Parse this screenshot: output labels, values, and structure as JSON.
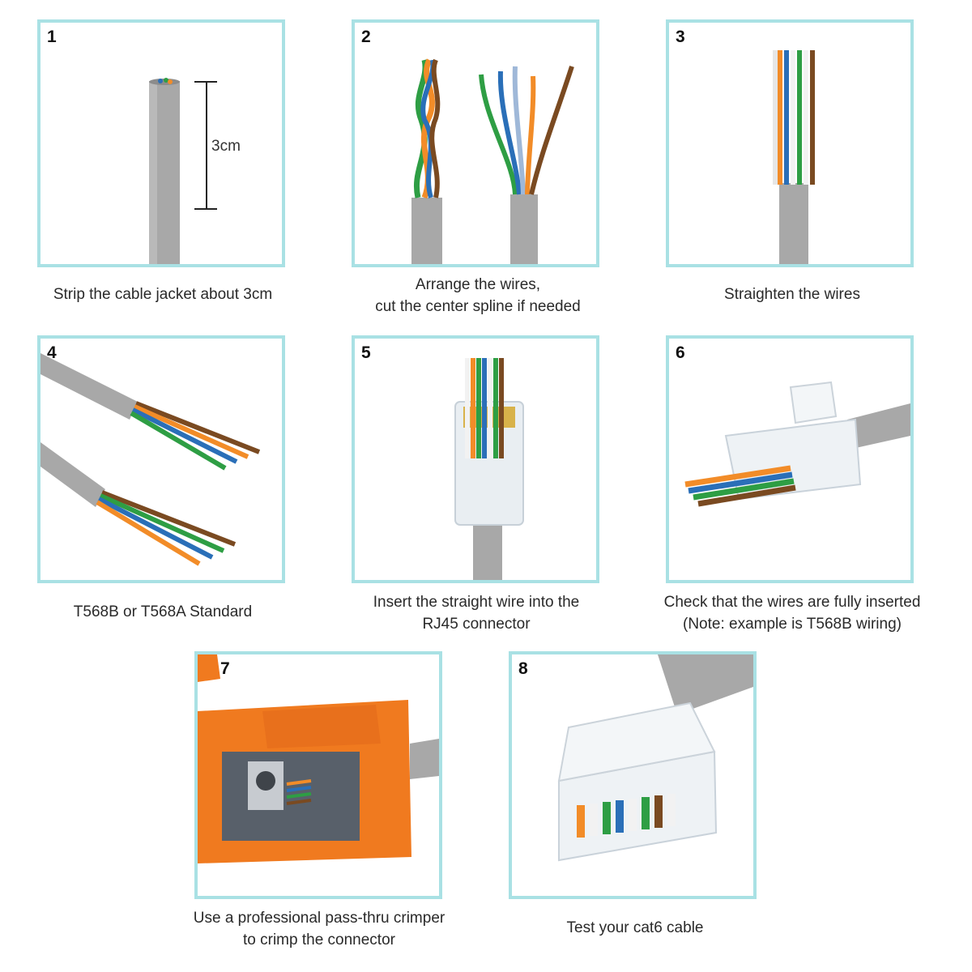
{
  "steps": [
    {
      "number": "1",
      "caption": [
        "Strip the cable jacket about 3cm"
      ],
      "measure_label": "3cm"
    },
    {
      "number": "2",
      "caption": [
        "Arrange the wires,",
        "cut the center spline if needed"
      ]
    },
    {
      "number": "3",
      "caption": [
        "Straighten the wires"
      ]
    },
    {
      "number": "4",
      "caption": [
        "T568B or T568A Standard"
      ]
    },
    {
      "number": "5",
      "caption": [
        "Insert the straight wire into the",
        "RJ45 connector"
      ]
    },
    {
      "number": "6",
      "caption": [
        "Check that the wires are fully inserted",
        "(Note: example is T568B wiring)"
      ]
    },
    {
      "number": "7",
      "caption": [
        "Use a professional pass-thru crimper",
        "to crimp the connector"
      ]
    },
    {
      "number": "8",
      "caption": [
        "Test your cat6 cable"
      ]
    }
  ],
  "colors": {
    "panel_border": "#a9e1e4",
    "jacket": "#a9a9a9",
    "orange_wire": "#f28c28",
    "green_wire": "#2e9e44",
    "blue_wire": "#2a6fb8",
    "brown_wire": "#7a4a21",
    "crimper": "#f07a1f"
  }
}
